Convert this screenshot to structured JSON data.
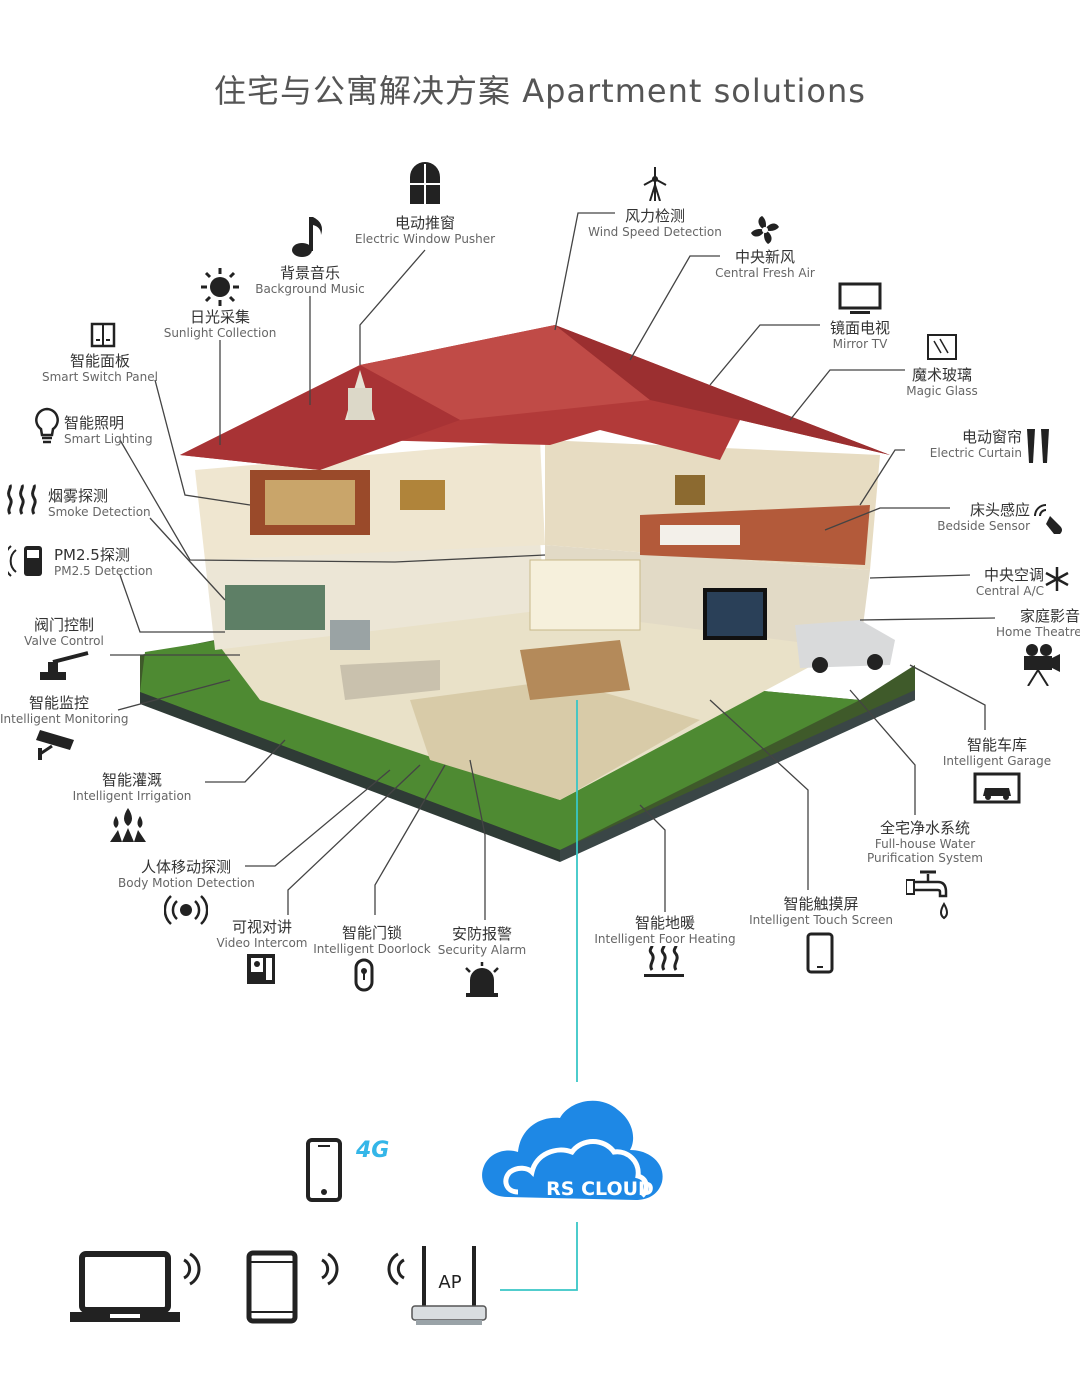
{
  "title": "住宅与公寓解决方案  Apartment solutions",
  "features": {
    "electric_window_pusher": {
      "zh": "电动推窗",
      "en": "Electric Window Pusher",
      "icon": "window-icon"
    },
    "wind_speed_detection": {
      "zh": "风力检测",
      "en": "Wind Speed Detection",
      "icon": "wind-turbine-icon"
    },
    "background_music": {
      "zh": "背景音乐",
      "en": "Background Music",
      "icon": "music-note-icon"
    },
    "central_fresh_air": {
      "zh": "中央新风",
      "en": "Central Fresh Air",
      "icon": "fan-icon"
    },
    "sunlight_collection": {
      "zh": "日光采集",
      "en": "Sunlight Collection",
      "icon": "sun-icon"
    },
    "mirror_tv": {
      "zh": "镜面电视",
      "en": "Mirror TV",
      "icon": "tv-icon"
    },
    "smart_switch_panel": {
      "zh": "智能面板",
      "en": "Smart Switch Panel",
      "icon": "switch-panel-icon"
    },
    "magic_glass": {
      "zh": "魔术玻璃",
      "en": "Magic Glass",
      "icon": "glass-icon"
    },
    "smart_lighting": {
      "zh": "智能照明",
      "en": "Smart Lighting",
      "icon": "bulb-icon"
    },
    "electric_curtain": {
      "zh": "电动窗帘",
      "en": "Electric Curtain",
      "icon": "curtain-icon"
    },
    "smoke_detection": {
      "zh": "烟雾探测",
      "en": "Smoke Detection",
      "icon": "smoke-icon"
    },
    "bedside_sensor": {
      "zh": "床头感应",
      "en": "Bedside Sensor",
      "icon": "hand-sensor-icon"
    },
    "pm25_detection": {
      "zh": "PM2.5探测",
      "en": "PM2.5 Detection",
      "icon": "pm-detector-icon"
    },
    "central_ac": {
      "zh": "中央空调",
      "en": "Central A/C",
      "icon": "snowflake-icon"
    },
    "valve_control": {
      "zh": "阀门控制",
      "en": "Valve Control",
      "icon": "valve-icon"
    },
    "home_theatre": {
      "zh": "家庭影音",
      "en": "Home Theatre",
      "icon": "projector-icon"
    },
    "intelligent_monitoring": {
      "zh": "智能监控",
      "en": "Intelligent Monitoring",
      "icon": "camera-icon"
    },
    "intelligent_garage": {
      "zh": "智能车库",
      "en": "Intelligent Garage",
      "icon": "garage-icon"
    },
    "intelligent_irrigation": {
      "zh": "智能灌溉",
      "en": "Intelligent Irrigation",
      "icon": "irrigation-icon"
    },
    "water_purification": {
      "zh": "全宅净水系统",
      "en1": "Full-house Water",
      "en2": "Purification System",
      "icon": "faucet-icon"
    },
    "body_motion_detection": {
      "zh": "人体移动探测",
      "en": "Body Motion Detection",
      "icon": "motion-icon"
    },
    "intelligent_touch_screen": {
      "zh": "智能触摸屏",
      "en": "Intelligent Touch Screen",
      "icon": "tablet-icon"
    },
    "video_intercom": {
      "zh": "可视对讲",
      "en": "Video Intercom",
      "icon": "intercom-icon"
    },
    "intelligent_doorlock": {
      "zh": "智能门锁",
      "en": "Intelligent Doorlock",
      "icon": "lock-icon"
    },
    "security_alarm": {
      "zh": "安防报警",
      "en": "Security Alarm",
      "icon": "alarm-icon"
    },
    "floor_heating": {
      "zh": "智能地暖",
      "en": "Intelligent Foor Heating",
      "icon": "heating-icon"
    }
  },
  "network": {
    "cloud_label": "RS CLOUD",
    "router_label": "AP",
    "mobile_label": "4G",
    "cloud_color": "#1e88e5",
    "line_color": "#39c6c6"
  }
}
